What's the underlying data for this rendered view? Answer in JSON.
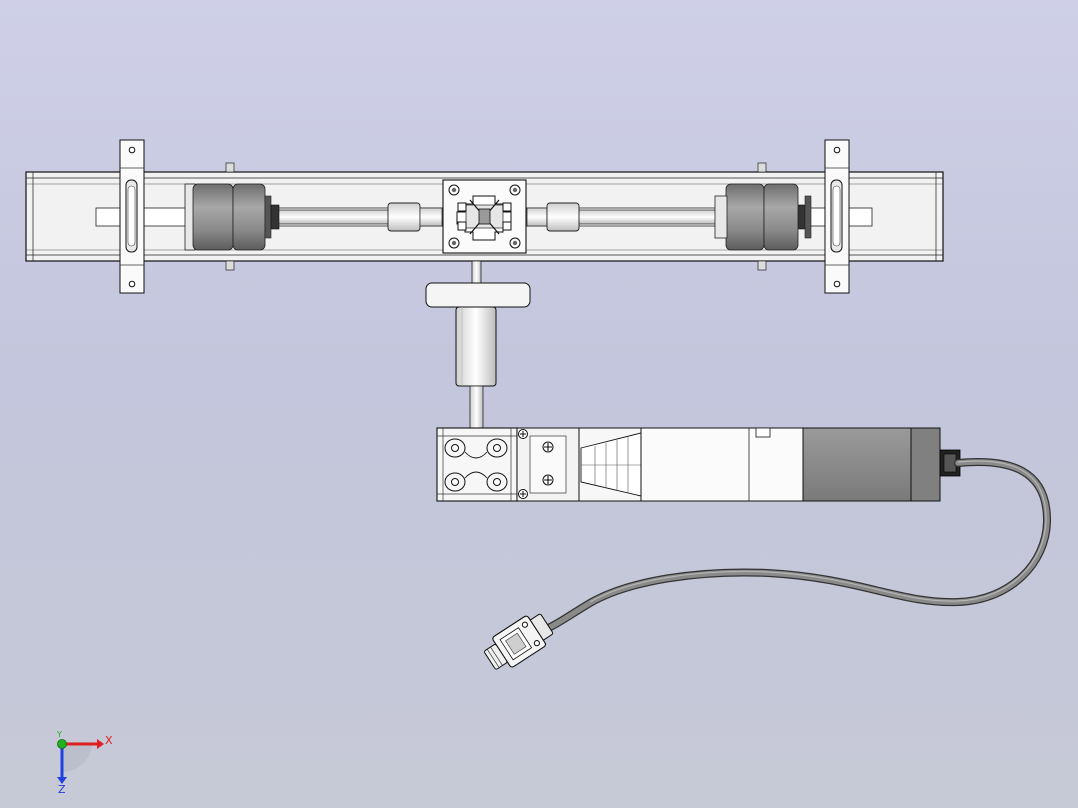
{
  "triad": {
    "x_label": "X",
    "y_label": "Y",
    "z_label": "Z"
  },
  "colors": {
    "background_top": "#cfd0e8",
    "background_bottom": "#c6c9d6",
    "part_fill": "#f4f4f4",
    "outline": "#111111",
    "motor_body": "#8c8c8c",
    "cable": "#7a7a7a",
    "axis_x": "#e02020",
    "axis_y": "#20b020",
    "axis_z": "#2040e0"
  }
}
